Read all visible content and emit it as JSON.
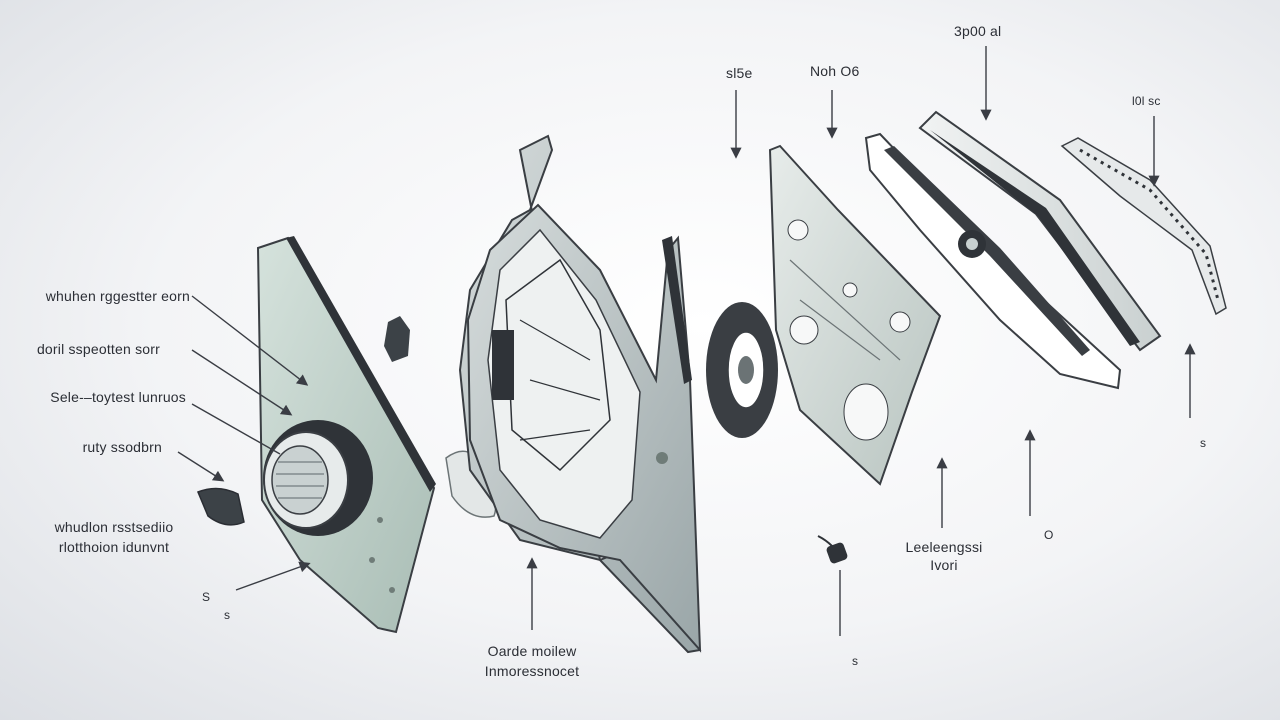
{
  "labels": {
    "l1": "whuhen rggestter eorn",
    "l2": "doril sspeotten sorr",
    "l3": "Sele-–toytest lunruos",
    "l4": "ruty ssodbrn",
    "l5a": "whudlon rsstsediio",
    "l5b": "rlotthoion idunvnt",
    "l6": "S",
    "l7": "s",
    "l8a": "Oarde moilew",
    "l8b": "Inmoressnocet",
    "l9": "s",
    "l10a": "Leeleengssi",
    "l10b": "Ivori",
    "l11": "O",
    "l12": "s",
    "l13": "sl5e",
    "l14": "Noh O6",
    "l15": "3p00 al",
    "l16": "l0l sc"
  },
  "colors": {
    "panel_green": "#b9cbc4",
    "frame_gray": "#bcc4c4",
    "trim_dark": "#3a3e43",
    "ink": "#3a3d44"
  },
  "icons": [
    "speaker-icon",
    "handle-icon",
    "latch-icon"
  ]
}
